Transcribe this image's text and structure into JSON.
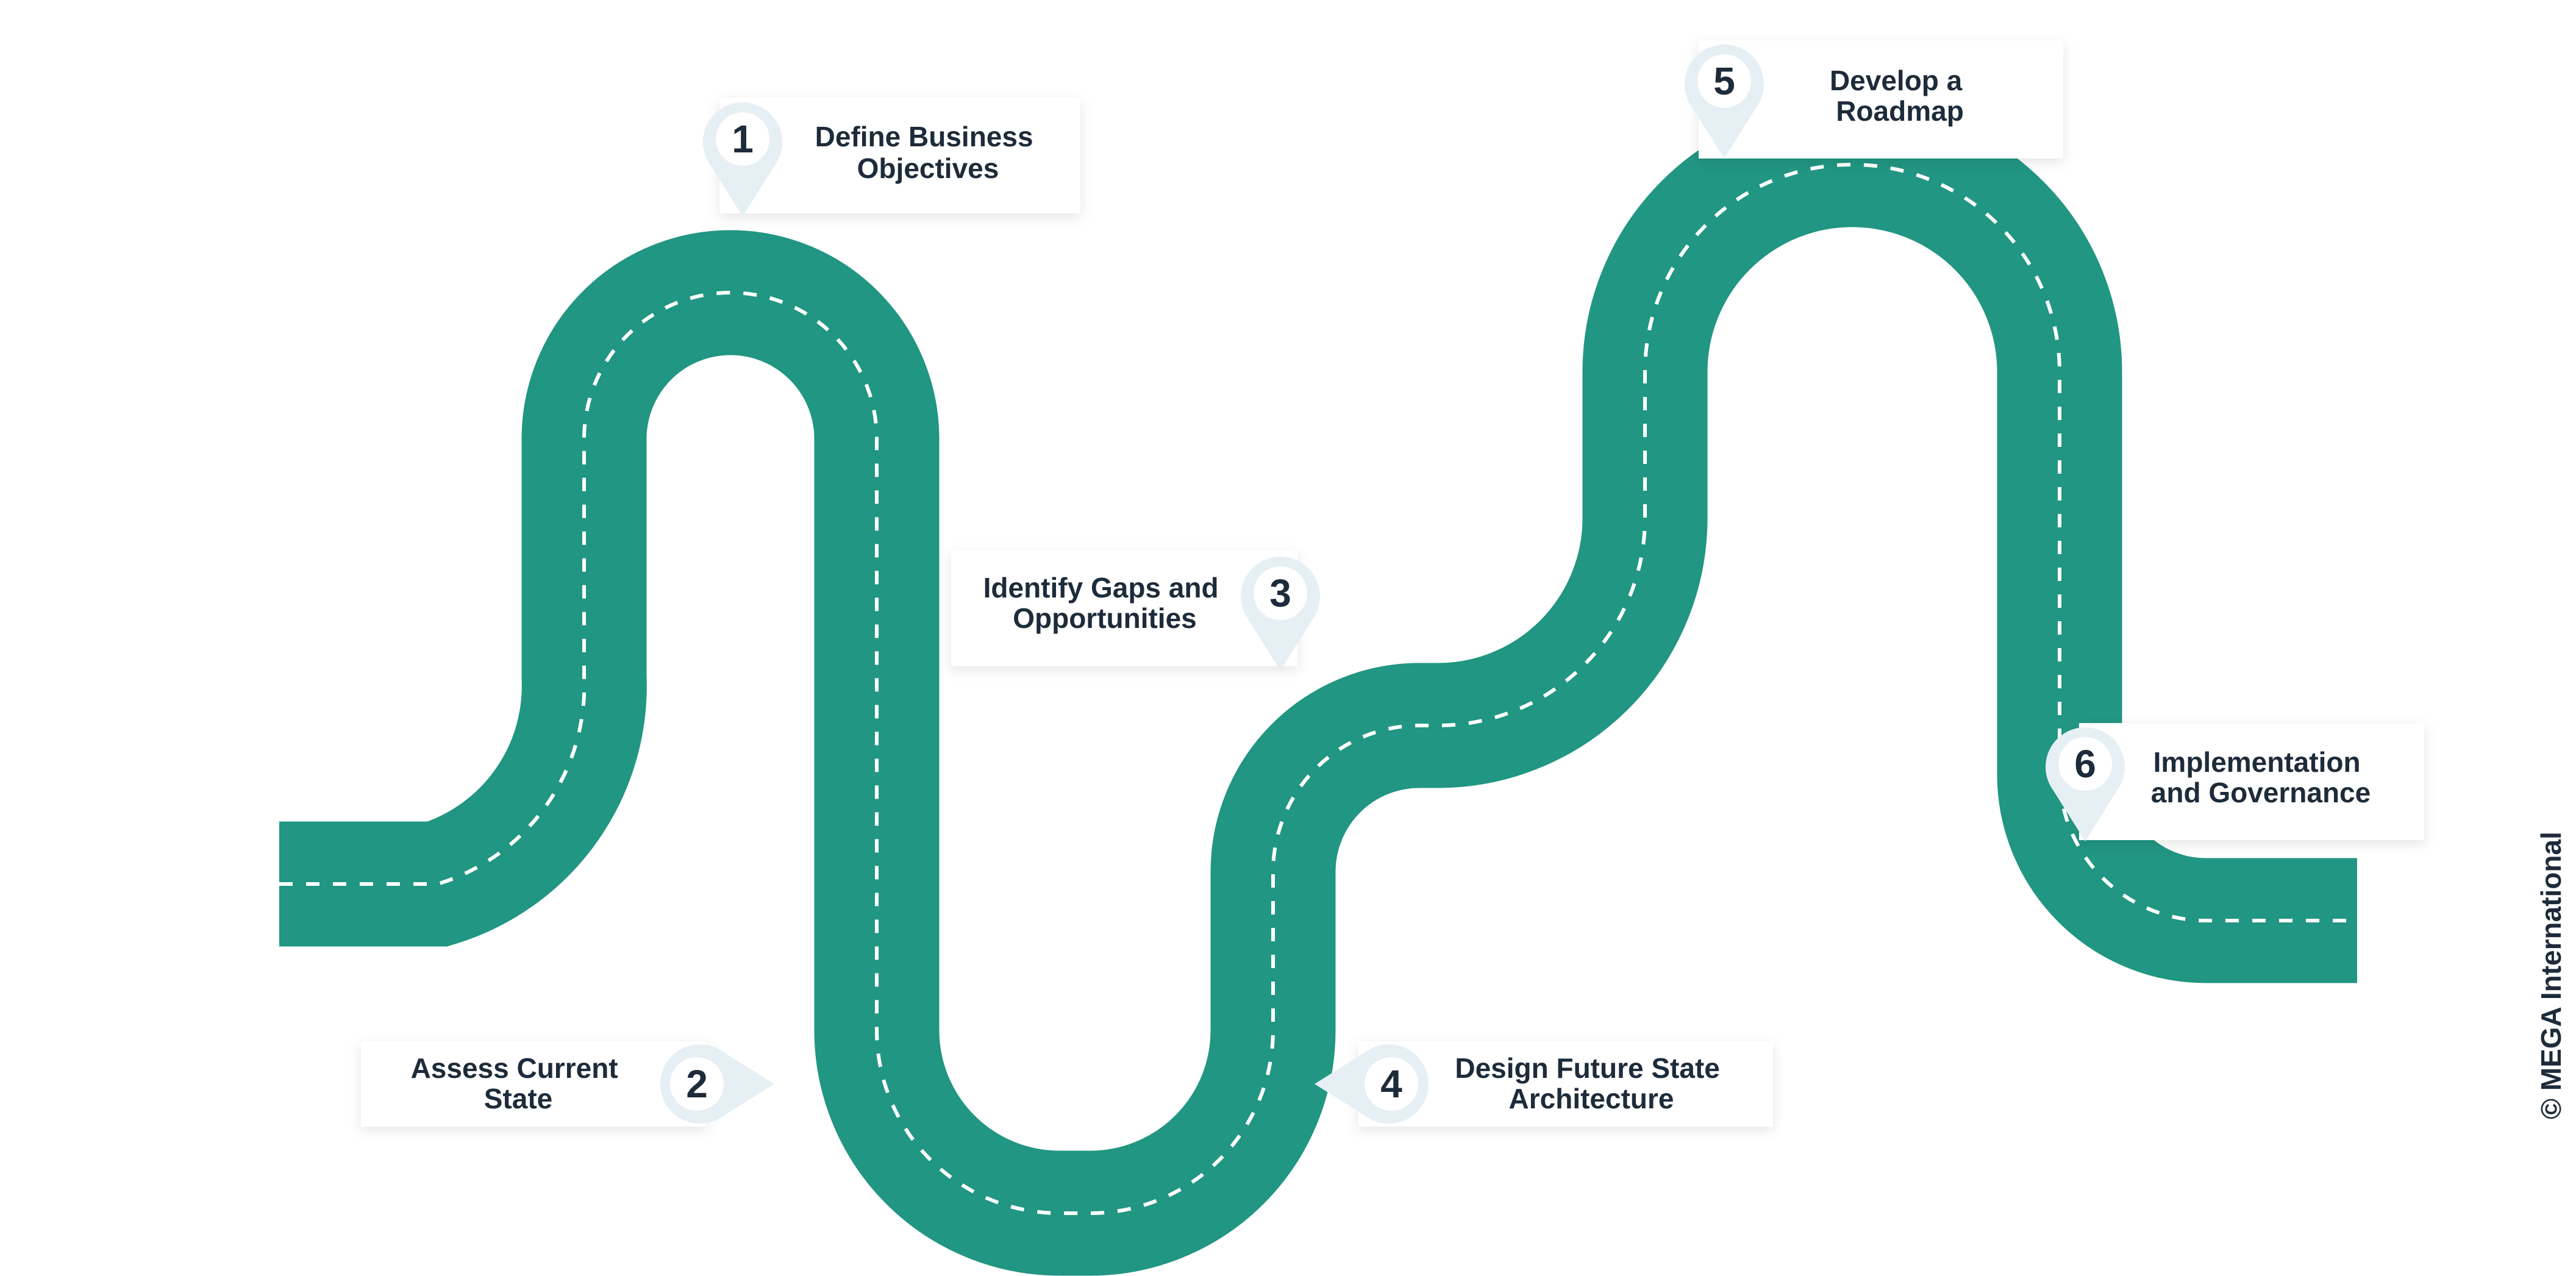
{
  "colors": {
    "road": "#219682",
    "dash": "#ffffff",
    "box": "#ffffff",
    "pin": "#e6eff4",
    "text": "#1d2b3a"
  },
  "steps": [
    {
      "number": "1",
      "lines": [
        "Define Business",
        "Objectives"
      ]
    },
    {
      "number": "2",
      "lines": [
        "Assess Current",
        "State"
      ]
    },
    {
      "number": "3",
      "lines": [
        "Identify Gaps and",
        "Opportunities"
      ]
    },
    {
      "number": "4",
      "lines": [
        "Design Future State",
        "Architecture"
      ]
    },
    {
      "number": "5",
      "lines": [
        "Develop a",
        "Roadmap"
      ]
    },
    {
      "number": "6",
      "lines": [
        "Implementation",
        "and Governance"
      ]
    }
  ],
  "copyright": "© MEGA International"
}
